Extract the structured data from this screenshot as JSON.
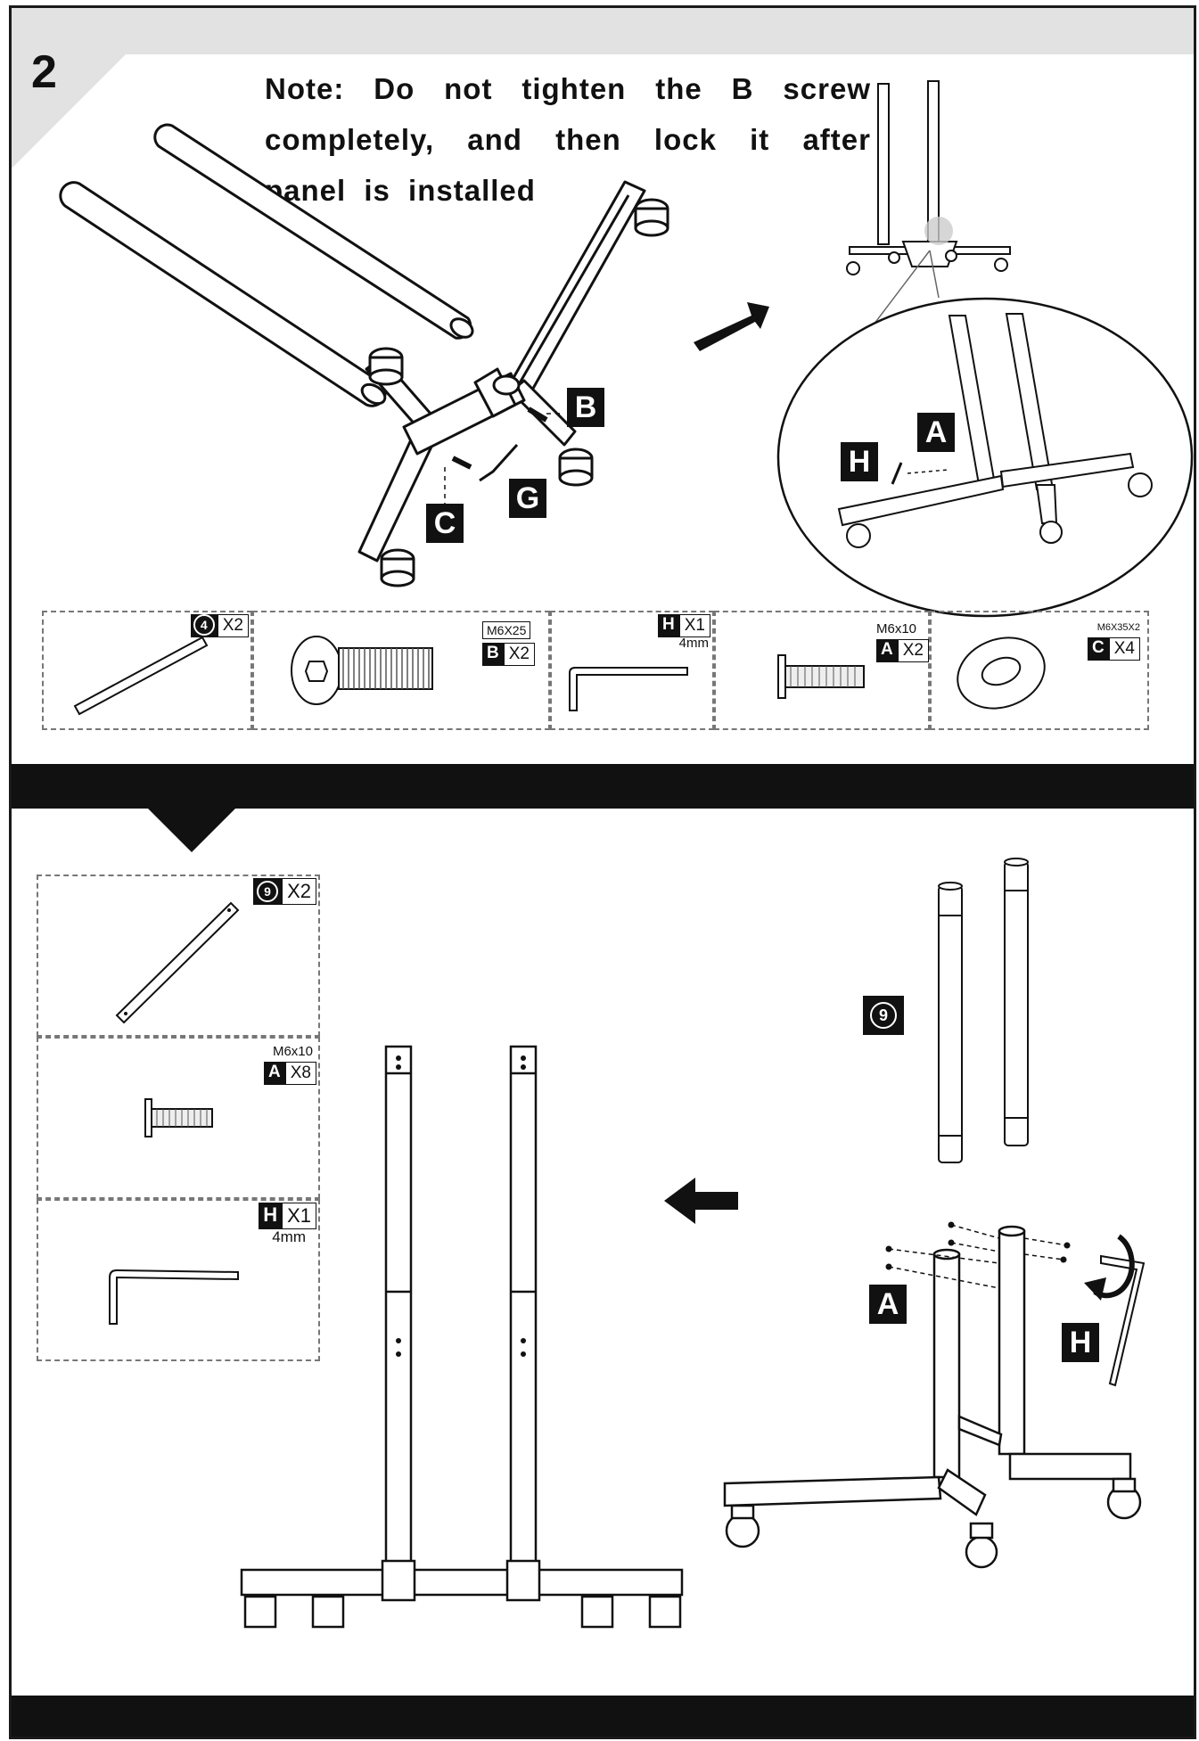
{
  "step": {
    "number": "2"
  },
  "note": {
    "text": "Note: Do not tighten the B screw completely, and then lock it after panel is installed"
  },
  "callouts": {
    "a": "A",
    "b": "B",
    "c": "C",
    "g": "G",
    "h": "H",
    "nine": "9"
  },
  "parts_top": [
    {
      "id": "4",
      "qty": "X2",
      "spec": ""
    },
    {
      "id": "B",
      "qty": "X2",
      "spec": "M6X25"
    },
    {
      "id": "H",
      "qty": "X1",
      "spec": "4mm"
    },
    {
      "id": "A",
      "qty": "X2",
      "spec": "M6x10"
    },
    {
      "id": "C",
      "qty": "X4",
      "spec": "M6X35X2"
    }
  ],
  "parts_bottom": [
    {
      "id": "9",
      "qty": "X2",
      "spec": ""
    },
    {
      "id": "A",
      "qty": "X8",
      "spec": "M6x10"
    },
    {
      "id": "H",
      "qty": "X1",
      "spec": "4mm"
    }
  ],
  "icons": {
    "arrow_right": "arrow-right-icon",
    "arrow_left": "arrow-left-icon",
    "rotate": "rotate-icon"
  }
}
